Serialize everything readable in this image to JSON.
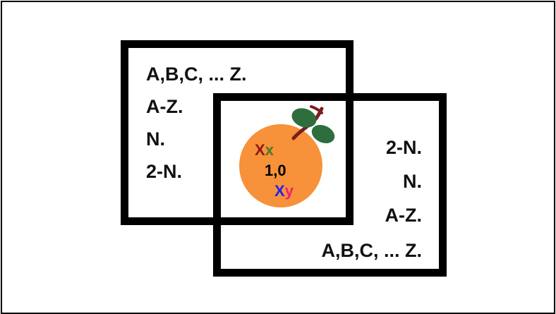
{
  "left_set": {
    "items": [
      "A,B,C, ... Z.",
      "A-Z.",
      "N.",
      "2-N."
    ]
  },
  "right_set": {
    "items": [
      "2-N.",
      "N.",
      "A-Z.",
      "A,B,C, ... Z."
    ]
  },
  "intersection": {
    "line1": {
      "big": "X",
      "small": "x"
    },
    "line2": "1,0",
    "line3": {
      "big": "X",
      "small": "y"
    }
  },
  "colors": {
    "fruit": "#f7913a",
    "leaf": "#2d6e3c",
    "stem": "#7a1d1d",
    "xx_big": "#8b1a1a",
    "xx_small": "#4a7a2a",
    "xy_big": "#2222ee",
    "xy_small": "#ee2277"
  },
  "icons": [
    "orange-fruit-icon",
    "leaf-icon",
    "stem-icon"
  ]
}
